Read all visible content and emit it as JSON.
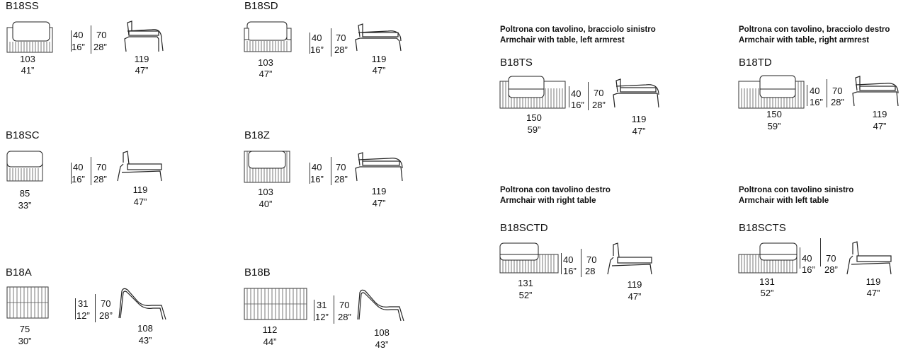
{
  "items": [
    {
      "code": "B18SS",
      "width_cm": "103",
      "width_in": "41”",
      "seat_cm": "40",
      "seat_in": "16”",
      "height_cm": "70",
      "height_in": "28”",
      "depth_cm": "119",
      "depth_in": "47”"
    },
    {
      "code": "B18SD",
      "width_cm": "103",
      "width_in": "47”",
      "seat_cm": "40",
      "seat_in": "16”",
      "height_cm": "70",
      "height_in": "28”",
      "depth_cm": "119",
      "depth_in": "47”"
    },
    {
      "code": "B18SC",
      "width_cm": "85",
      "width_in": "33”",
      "seat_cm": "40",
      "seat_in": "16”",
      "height_cm": "70",
      "height_in": "28”",
      "depth_cm": "119",
      "depth_in": "47”"
    },
    {
      "code": "B18Z",
      "width_cm": "103",
      "width_in": "40”",
      "seat_cm": "40",
      "seat_in": "16”",
      "height_cm": "70",
      "height_in": "28”",
      "depth_cm": "119",
      "depth_in": "47”"
    },
    {
      "code": "B18A",
      "width_cm": "75",
      "width_in": "30”",
      "seat_cm": "31",
      "seat_in": "12”",
      "height_cm": "70",
      "height_in": "28”",
      "depth_cm": "108",
      "depth_in": "43”"
    },
    {
      "code": "B18B",
      "width_cm": "112",
      "width_in": "44”",
      "seat_cm": "31",
      "seat_in": "12”",
      "height_cm": "70",
      "height_in": "28”",
      "depth_cm": "108",
      "depth_in": "43”"
    },
    {
      "heading_it": "Poltrona con tavolino, bracciolo sinistro",
      "heading_en": "Armchair with table, left armrest",
      "code": "B18TS",
      "width_cm": "150",
      "width_in": "59”",
      "seat_cm": "40",
      "seat_in": "16”",
      "height_cm": "70",
      "height_in": "28”",
      "depth_cm": "119",
      "depth_in": "47”"
    },
    {
      "heading_it": "Poltrona con tavolino, bracciolo destro",
      "heading_en": "Armchair with table, right armrest",
      "code": "B18TD",
      "width_cm": "150",
      "width_in": "59”",
      "seat_cm": "40",
      "seat_in": "16”",
      "height_cm": "70",
      "height_in": "28”",
      "depth_cm": "119",
      "depth_in": "47”"
    },
    {
      "heading_it": "Poltrona con tavolino destro",
      "heading_en": "Armchair with right table",
      "code": "B18SCTD",
      "width_cm": "131",
      "width_in": "52”",
      "seat_cm": "40",
      "seat_in": "16”",
      "height_cm": "70",
      "height_in": "28",
      "depth_cm": "119",
      "depth_in": "47”"
    },
    {
      "heading_it": "Poltrona con tavolino sinistro",
      "heading_en": "Armchair with left table",
      "code": "B18SCTS",
      "width_cm": "131",
      "width_in": "52”",
      "seat_cm": "40",
      "seat_in": "16”",
      "height_cm": "70",
      "height_in": "28”",
      "depth_cm": "119",
      "depth_in": "47”"
    }
  ]
}
